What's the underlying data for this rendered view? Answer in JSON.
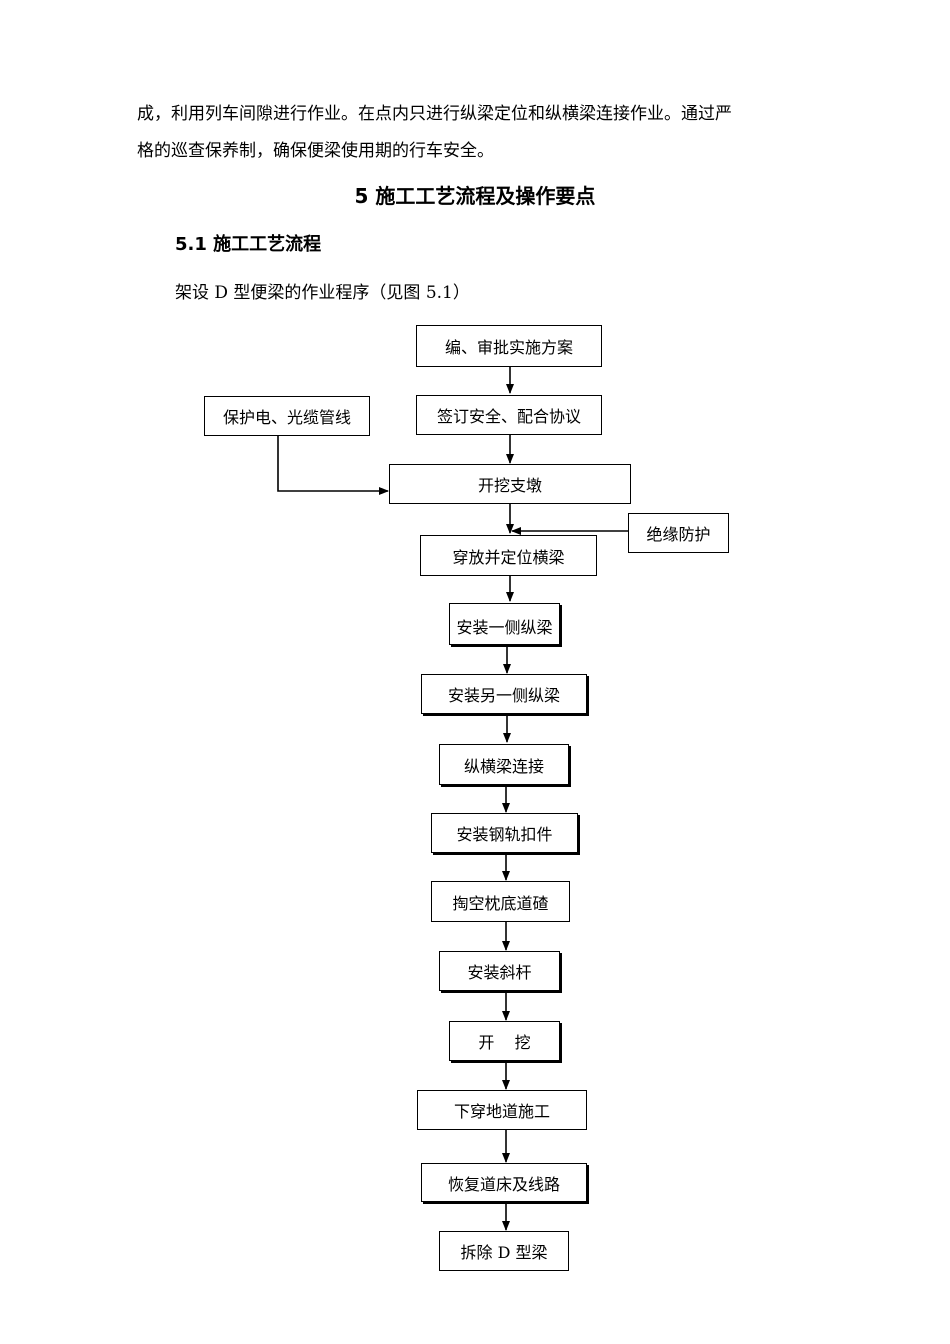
{
  "body_text": {
    "line1": "成，利用列车间隙进行作业。在点内只进行纵梁定位和纵横梁连接作业。通过严",
    "line2": "格的巡查保养制，确保便梁使用期的行车安全。"
  },
  "section": {
    "heading": "5 施工工艺流程及操作要点",
    "subheading": "5.1 施工工艺流程",
    "intro": "架设 D 型便梁的作业程序（见图 5.1）"
  },
  "flowchart": {
    "steps": [
      "编、审批实施方案",
      "签订安全、配合协议",
      "开挖支墩",
      "穿放并定位横梁",
      "安装一侧纵梁",
      "安装另一侧纵梁",
      "纵横梁连接",
      "安装钢轨扣件",
      "掏空枕底道碴",
      "安装斜杆",
      "开    挖",
      "下穿地道施工",
      "恢复道床及线路",
      "拆除 D 型梁"
    ],
    "side_left": "保护电、光缆管线",
    "side_right": "绝缘防护"
  }
}
